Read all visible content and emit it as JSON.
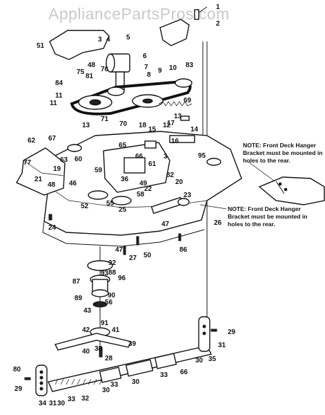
{
  "watermark": "AppliancePartsPros.com",
  "notes": [
    {
      "lines": [
        "NOTE: Front Deck Hanger",
        "Bracket must be mounted in",
        "holes to the rear."
      ]
    },
    {
      "lines": [
        "NOTE: Front Deck Hanger",
        "Bracket must be mounted in",
        "holes to the rear."
      ]
    }
  ],
  "callouts": [
    "1",
    "2",
    "51",
    "3",
    "4",
    "5",
    "6",
    "48",
    "76",
    "7",
    "75",
    "81",
    "8",
    "9",
    "10",
    "83",
    "84",
    "11",
    "11",
    "70",
    "71",
    "13",
    "13",
    "12",
    "69",
    "18",
    "15",
    "14",
    "17",
    "16",
    "95",
    "67",
    "65",
    "66",
    "61",
    "62",
    "63",
    "60",
    "77",
    "19",
    "59",
    "21",
    "20",
    "82",
    "48",
    "49",
    "22",
    "36",
    "46",
    "52",
    "55",
    "25",
    "58",
    "23",
    "24",
    "26",
    "47",
    "47",
    "50",
    "27",
    "86",
    "92",
    "93",
    "87",
    "88",
    "96",
    "90",
    "56",
    "89",
    "43",
    "91",
    "42",
    "41",
    "39",
    "40",
    "38",
    "28",
    "29",
    "31",
    "30",
    "35",
    "80",
    "29",
    "34",
    "31",
    "30",
    "33",
    "32",
    "30",
    "33",
    "30",
    "33",
    "66",
    "3"
  ]
}
